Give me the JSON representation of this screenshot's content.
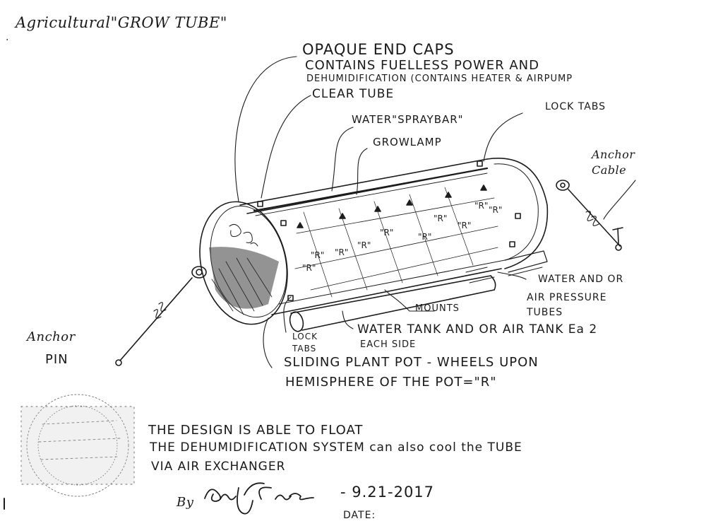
{
  "document": {
    "title": "Agricultural\"GROW TUBE\"",
    "heading_mark": ".",
    "labels": {
      "end_caps": "OPAQUE END CAPS",
      "contains_power": "CONTAINS FUELLESS POWER AND",
      "dehumid": "DEHUMIDIFICATION (CONTAINS HEATER & AIRPUMP",
      "clear_tube": "CLEAR TUBE",
      "spray_bar": "WATER\"SPRAYBAR\"",
      "growlamp": "GROWLAMP",
      "lock_tabs_top": "LOCK TABS",
      "anchor_cable": "Anchor\nCable",
      "water_air_tubes_1": "WATER AND OR",
      "water_air_tubes_2": "AIR PRESSURE",
      "water_air_tubes_3": "TUBES",
      "mounts": "MOUNTS",
      "water_tank_1": "WATER TANK AND OR AIR TANK Ea 2",
      "water_tank_2": "EACH SIDE",
      "lock_tabs_bottom_1": "LOCK",
      "lock_tabs_bottom_2": "TABS",
      "anchor_pin_1": "Anchor",
      "anchor_pin_2": "PIN",
      "sliding_pot_1": "SLIDING PLANT POT - WHEELS UPON",
      "sliding_pot_2": "HEMISPHERE OF THE POT=\"R\"",
      "pot_marker": "\"R\""
    },
    "notes": [
      "THE DESIGN IS ABLE TO FLOAT",
      "THE DEHUMIDIFICATION SYSTEM can also cool the TUBE",
      "VIA AIR EXCHANGER"
    ],
    "signature": {
      "by": "By",
      "date_value": "- 9.21-2017",
      "date_label": "DATE:"
    }
  }
}
